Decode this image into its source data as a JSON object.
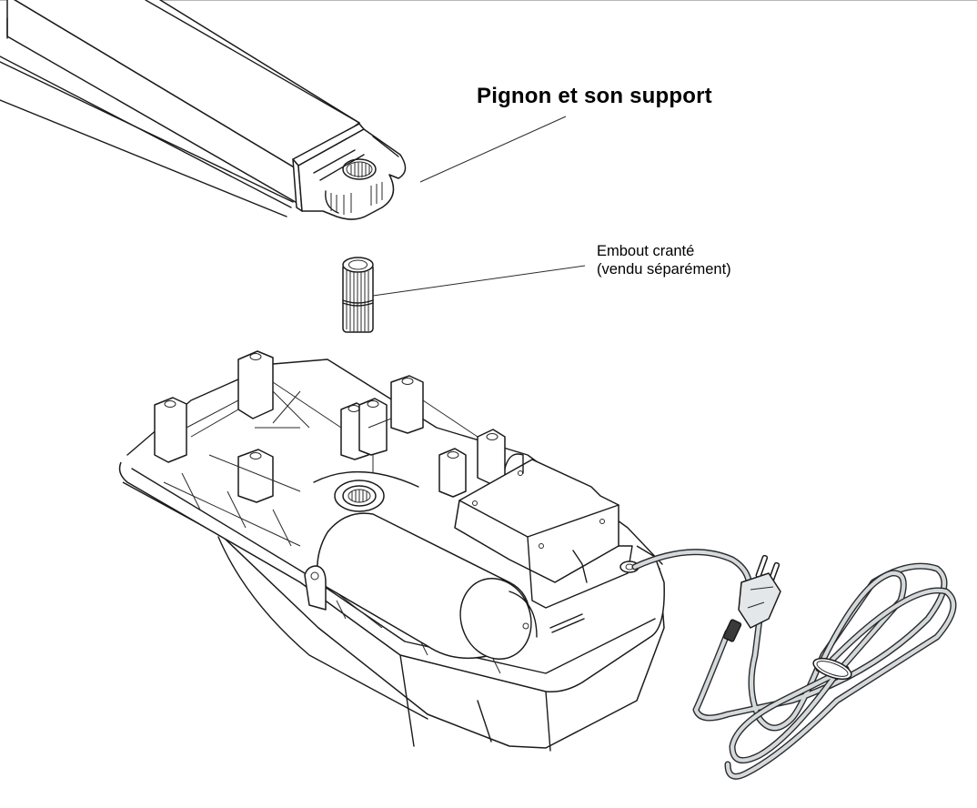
{
  "diagram": {
    "subject": "Garage door opener motor head assembly with rail end",
    "colors": {
      "line": "#1a1a1a",
      "cord_fill": "#d4d9dc",
      "background": "#ffffff"
    },
    "callouts": [
      {
        "id": "sprocket",
        "title": "Pignon et son support"
      },
      {
        "id": "splined-end",
        "line1": "Embout cranté",
        "line2": "(vendu séparément)"
      }
    ],
    "parts": [
      "rail",
      "sprocket-support",
      "splined-coupler",
      "motor-housing",
      "motor",
      "control-box",
      "power-cord",
      "plug"
    ]
  }
}
